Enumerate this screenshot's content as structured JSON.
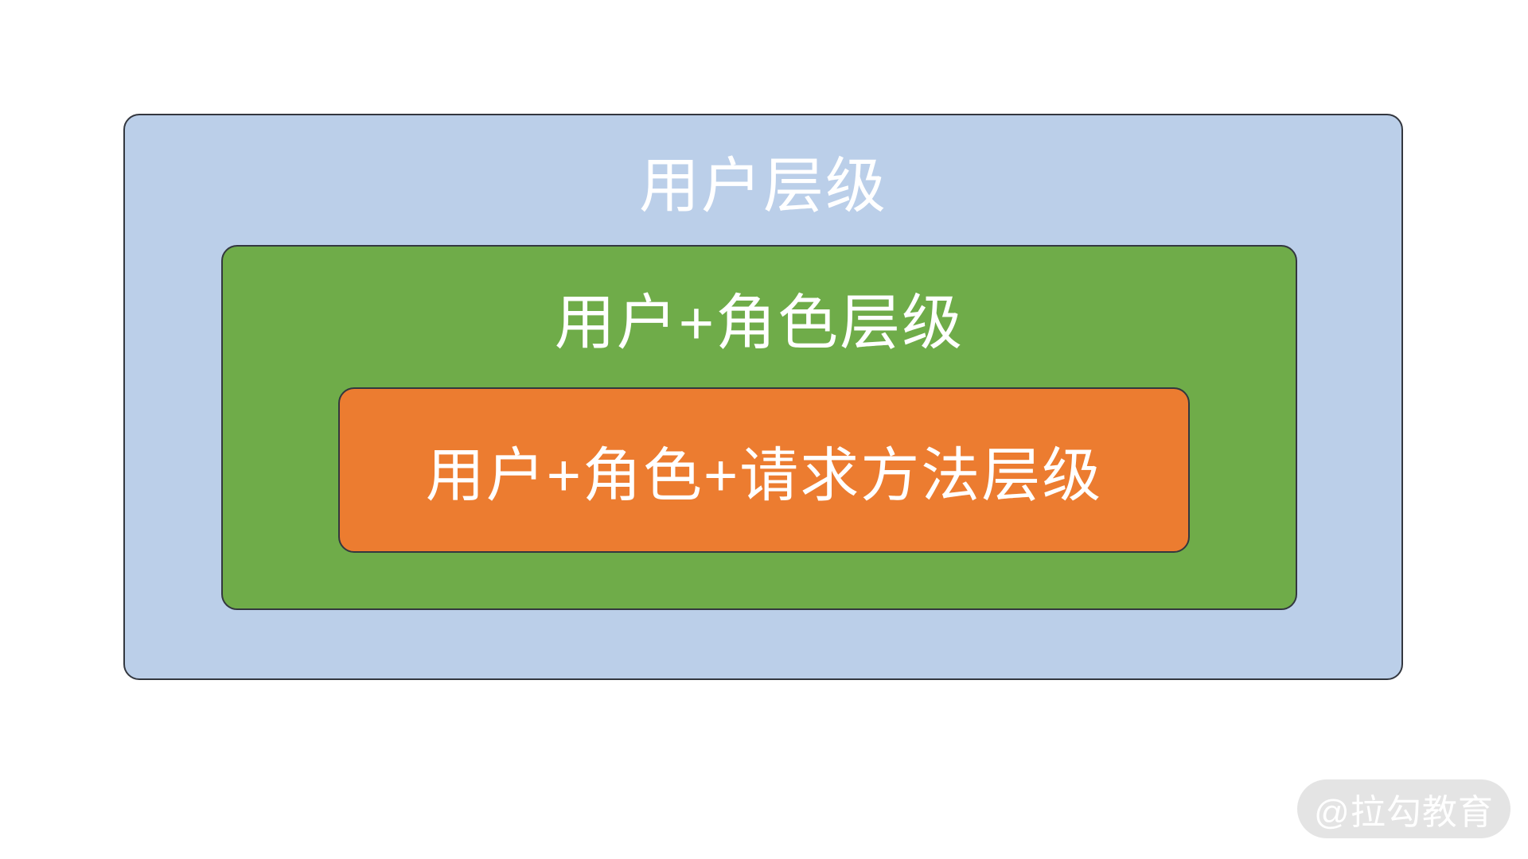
{
  "diagram": {
    "title_semantic": "nested permission levels diagram",
    "levels": [
      {
        "name": "user-level",
        "label": "用户层级",
        "fill": "#bbcfe9"
      },
      {
        "name": "user-role-level",
        "label": "用户+角色层级",
        "fill": "#6fac49"
      },
      {
        "name": "user-role-method-level",
        "label": "用户+角色+请求方法层级",
        "fill": "#ec7c30"
      }
    ],
    "border_color": "#33373f",
    "text_color": "#ffffff"
  },
  "watermark": {
    "label": "@拉勾教育",
    "background": "#e4e4e4",
    "text_color": "#ffffff"
  }
}
